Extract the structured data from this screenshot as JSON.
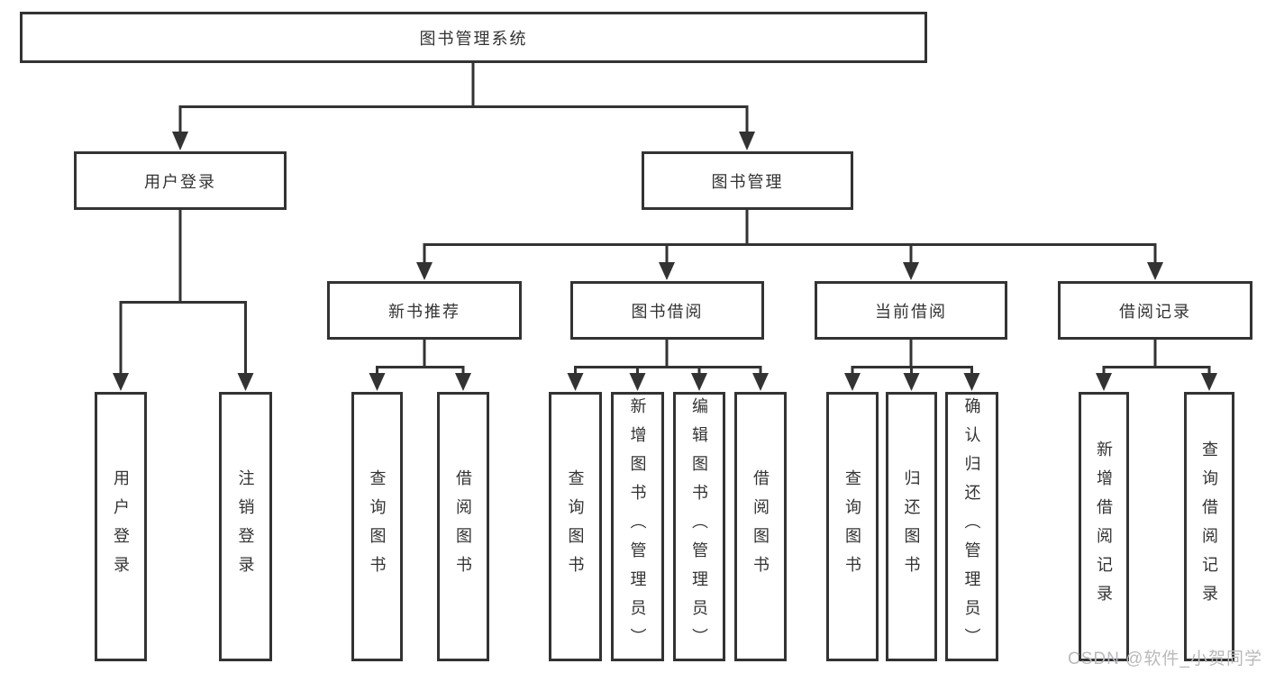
{
  "page": {
    "watermark": "CSDN @软件_小贺同学"
  },
  "colors": {
    "line": "#333333",
    "text": "#333333",
    "box_background": "#ffffff",
    "watermark": "#b9b9be"
  },
  "tree": {
    "root": "图书管理系统",
    "level2": [
      "用户登录",
      "图书管理"
    ],
    "level3": [
      "新书推荐",
      "图书借阅",
      "当前借阅",
      "借阅记录"
    ],
    "leaves_user_login": [
      "用户登录",
      "注销登录"
    ],
    "leaves_new_books": [
      "查询图书",
      "借阅图书"
    ],
    "leaves_book_borrow": [
      "查询图书",
      "新增图书（管理员）",
      "编辑图书（管理员）",
      "借阅图书"
    ],
    "leaves_current_borrow": [
      "查询图书",
      "归还图书",
      "确认归还（管理员）"
    ],
    "leaves_borrow_records": [
      "新增借阅记录",
      "查询借阅记录"
    ]
  }
}
